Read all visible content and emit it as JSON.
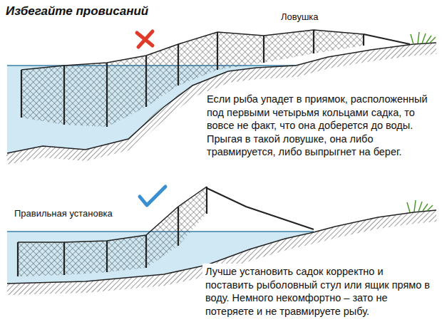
{
  "diagram": {
    "title": "Избегайте провисаний",
    "labels": [
      "Ловушка",
      "Если рыба упадет в приямок, расположенный под первыми четырьмя кольцами садка, то вовсе не факт, что она доберется до воды. Прыгая в такой ловушке, она либо травмируется, либо выпрыгнет на берег.",
      "Правильная установка",
      "Лучше установить садок корректно и поставить рыболовный стул или ящик прямо в воду. Немного некомфортно – зато не потеряете и не травмируете рыбу."
    ]
  }
}
